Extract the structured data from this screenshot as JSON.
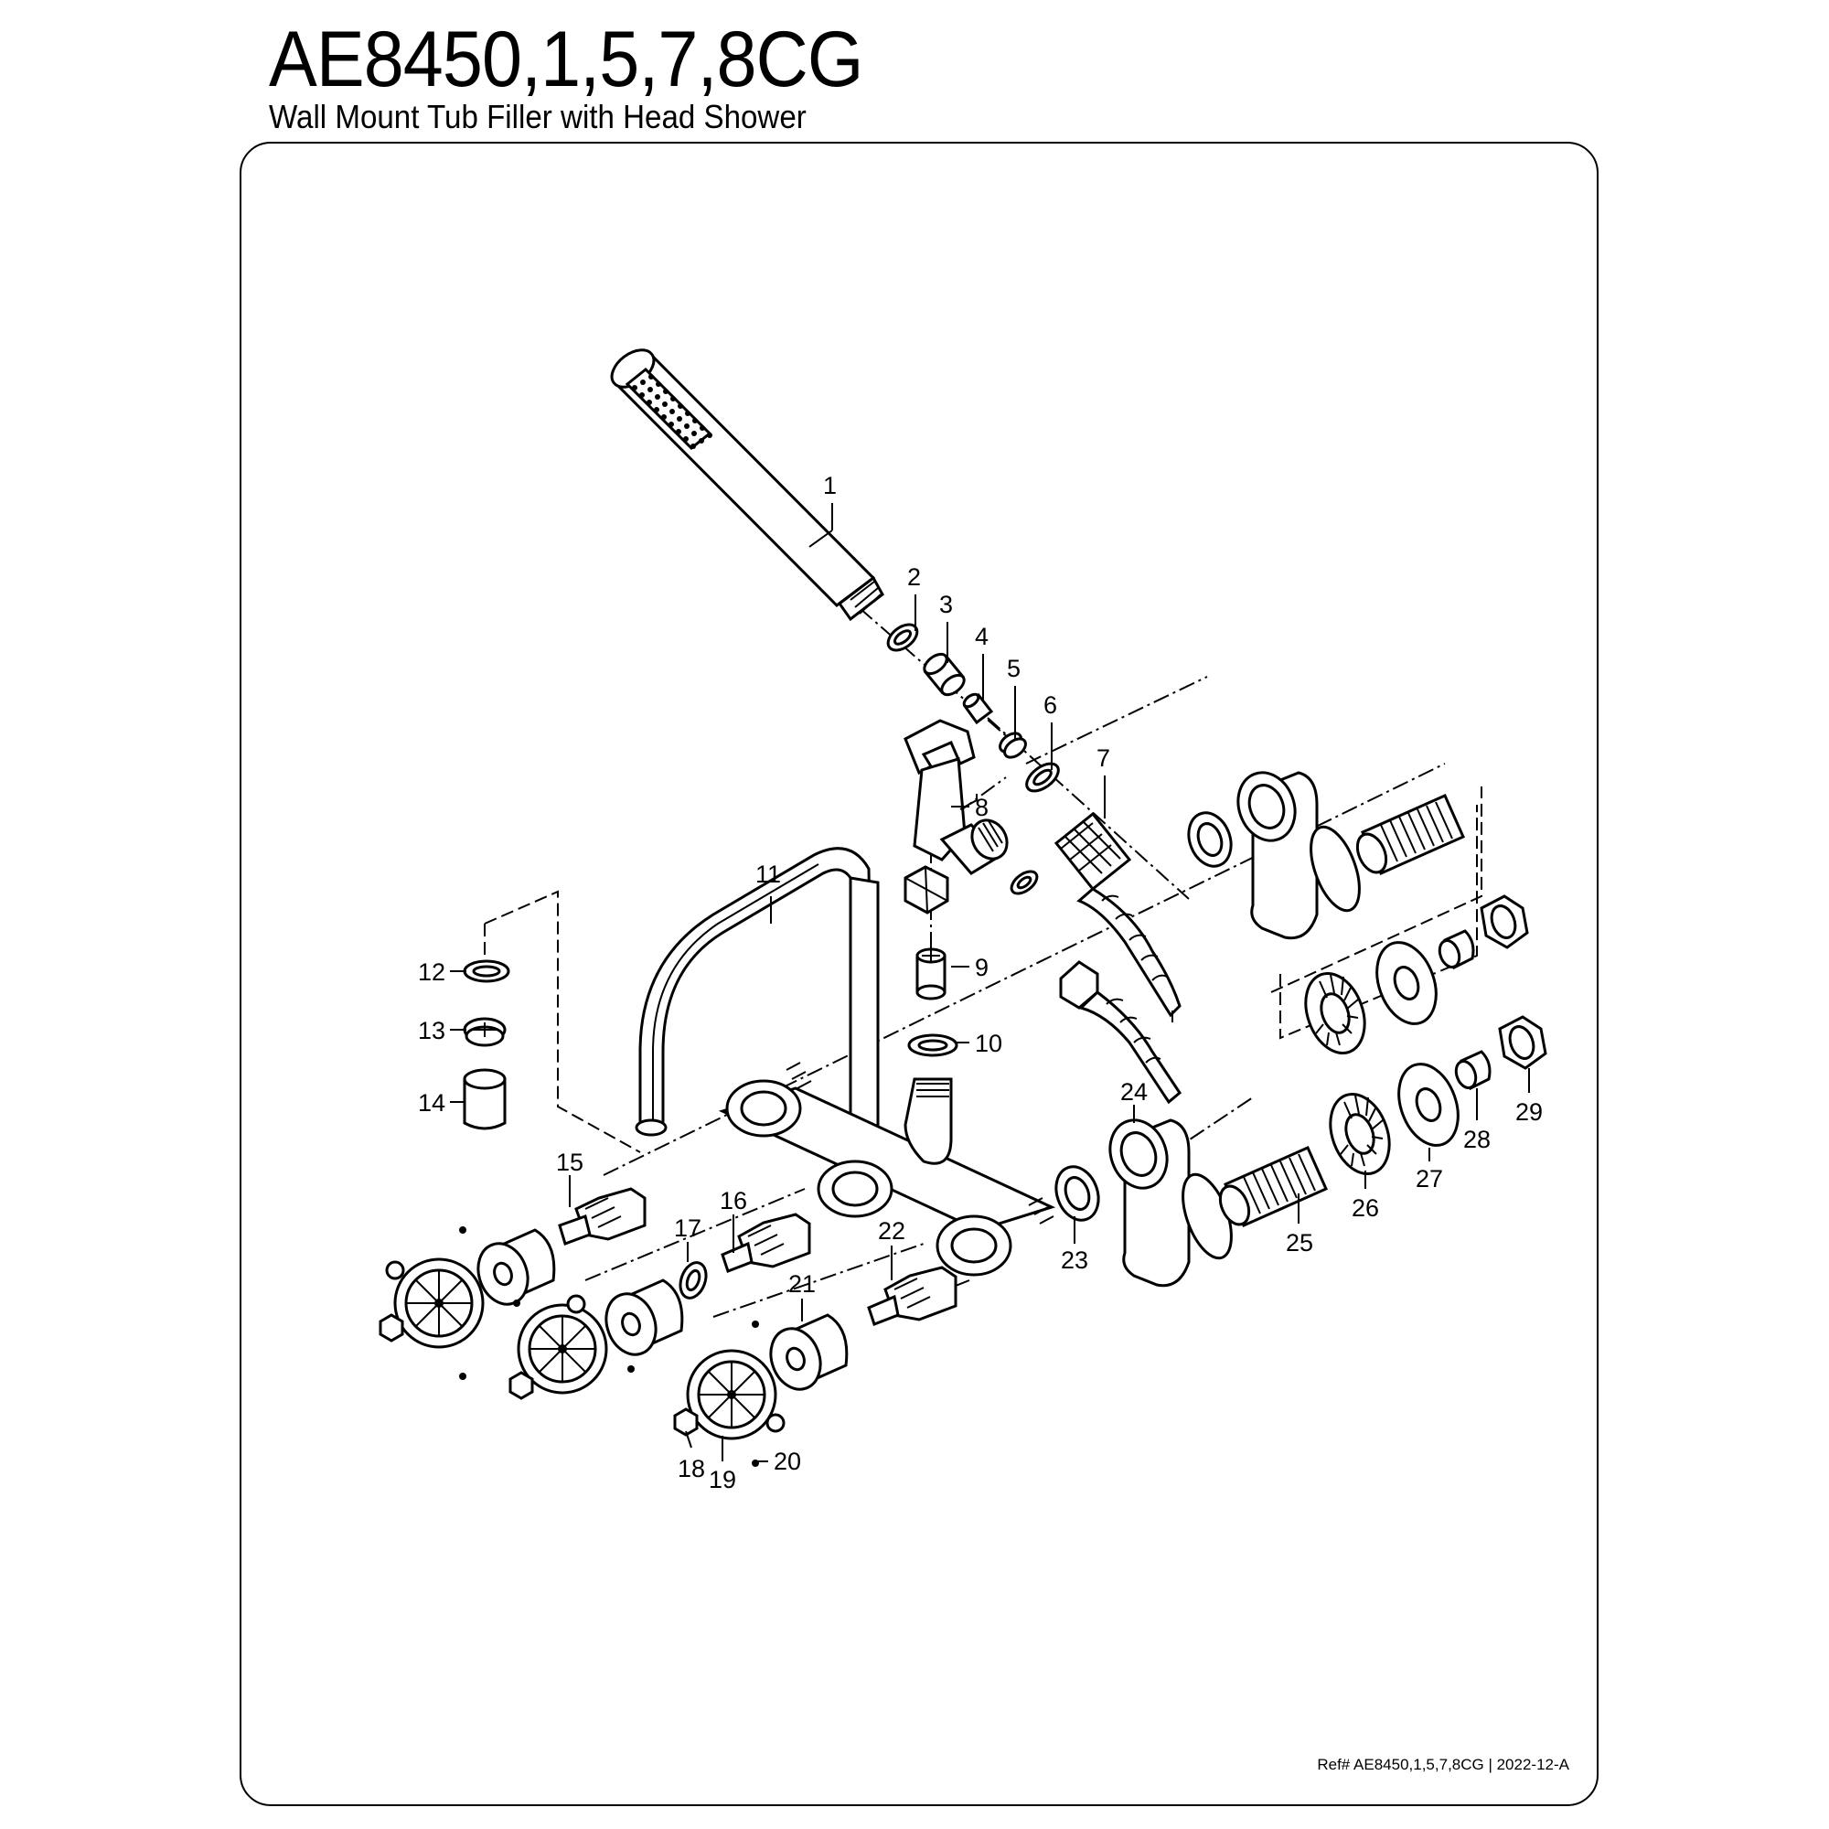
{
  "header": {
    "title": "AE8450,1,5,7,8CG",
    "subtitle": "Wall Mount Tub Filler with Head Shower"
  },
  "footer": {
    "reference": "Ref# AE8450,1,5,7,8CG | 2022-12-A"
  },
  "parts": [
    {
      "number": "1"
    },
    {
      "number": "2"
    },
    {
      "number": "3"
    },
    {
      "number": "4"
    },
    {
      "number": "5"
    },
    {
      "number": "6"
    },
    {
      "number": "7"
    },
    {
      "number": "8"
    },
    {
      "number": "9"
    },
    {
      "number": "10"
    },
    {
      "number": "11"
    },
    {
      "number": "12"
    },
    {
      "number": "13"
    },
    {
      "number": "14"
    },
    {
      "number": "15"
    },
    {
      "number": "16"
    },
    {
      "number": "17"
    },
    {
      "number": "18"
    },
    {
      "number": "19"
    },
    {
      "number": "20"
    },
    {
      "number": "21"
    },
    {
      "number": "22"
    },
    {
      "number": "23"
    },
    {
      "number": "24"
    },
    {
      "number": "25"
    },
    {
      "number": "26"
    },
    {
      "number": "27"
    },
    {
      "number": "28"
    },
    {
      "number": "29"
    }
  ]
}
